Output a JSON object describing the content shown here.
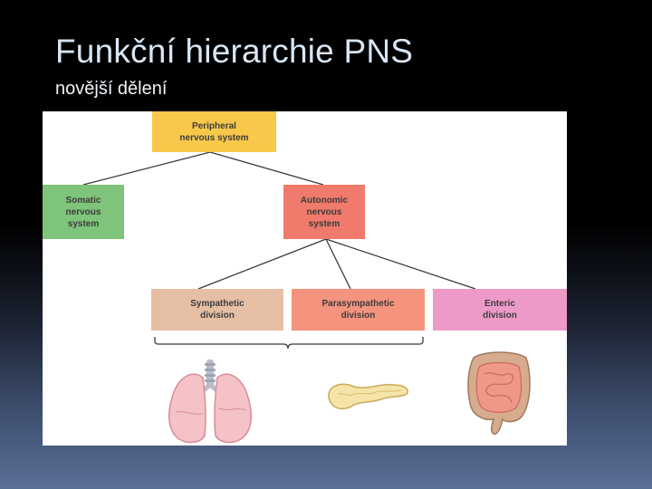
{
  "slide": {
    "title": "Funkční hierarchie PNS",
    "subtitle": "novější dělení"
  },
  "diagram": {
    "nodes": {
      "pns": "Peripheral\nnervous system",
      "somatic": "Somatic\nnervous\nsystem",
      "autonomic": "Autonomic\nnervous\nsystem",
      "sympathetic": "Sympathetic\ndivision",
      "parasympathetic": "Parasympathetic\ndivision",
      "enteric": "Enteric\ndivision"
    },
    "colors": {
      "pns": "#f7c84a",
      "somatic": "#7ec47a",
      "autonomic": "#f07a6b",
      "sympathetic": "#e6bea4",
      "parasympathetic": "#f4937e",
      "enteric": "#ee9ac8",
      "lines": "#3a3a3a"
    },
    "illustrations": [
      "lungs-illustration",
      "pancreas-illustration",
      "intestines-illustration"
    ]
  }
}
